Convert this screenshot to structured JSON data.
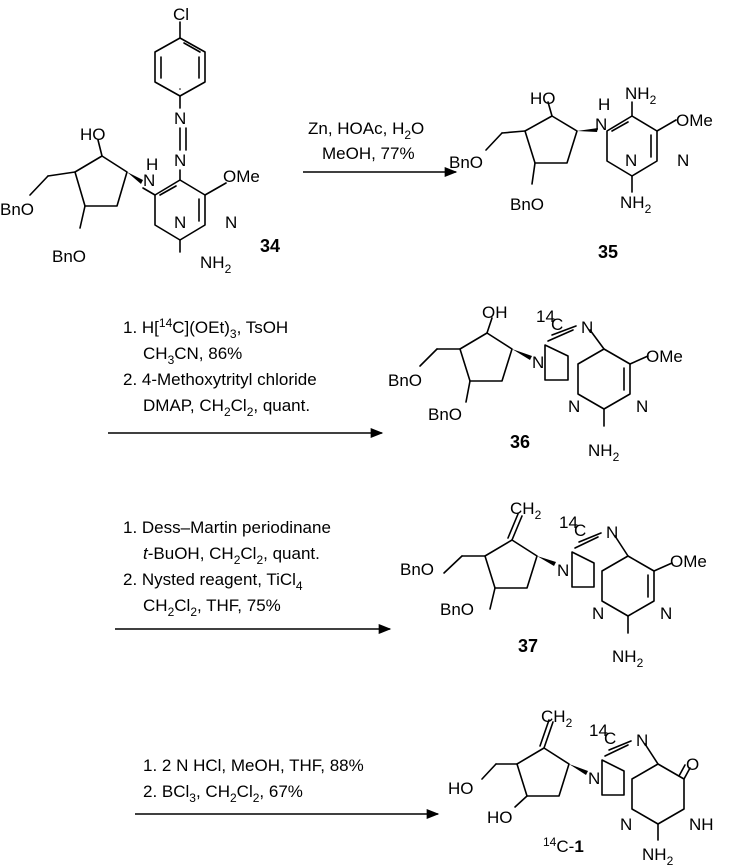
{
  "compounds": {
    "c34": {
      "number": "34",
      "labels": {
        "cl": "Cl",
        "n_azo1": "N",
        "n_azo2": "N",
        "ho": "HO",
        "nh": "H",
        "n_link": "N",
        "ome": "OMe",
        "n_ring1": "N",
        "n_ring2": "N",
        "bno_top": "BnO",
        "bno_bottom": "BnO",
        "nh2": "NH",
        "nh2_sub": "2"
      }
    },
    "c35": {
      "number": "35",
      "labels": {
        "ho": "HO",
        "nh": "H",
        "n_link": "N",
        "nh2_top": "NH",
        "nh2_top_sub": "2",
        "ome": "OMe",
        "n_ring1": "N",
        "n_ring2": "N",
        "bno_top": "BnO",
        "bno_bottom": "BnO",
        "nh2": "NH",
        "nh2_sub": "2"
      }
    },
    "c36": {
      "number": "36",
      "labels": {
        "oh": "OH",
        "iso": "14",
        "c": "C",
        "n_imid": "N",
        "n9": "N",
        "ome": "OMe",
        "n_ring1": "N",
        "n_ring2": "N",
        "bno_top": "BnO",
        "bno_bottom": "BnO",
        "nh2": "NH",
        "nh2_sub": "2"
      }
    },
    "c37": {
      "number": "37",
      "labels": {
        "ch2": "CH",
        "ch2_sub": "2",
        "iso": "14",
        "c": "C",
        "n_imid": "N",
        "n9": "N",
        "ome": "OMe",
        "n_ring1": "N",
        "n_ring2": "N",
        "bno_top": "BnO",
        "bno_bottom": "BnO",
        "nh2": "NH",
        "nh2_sub": "2"
      }
    },
    "c1": {
      "number": "1",
      "number_prefix": "14",
      "number_prefix_c": "C-",
      "labels": {
        "ch2": "CH",
        "ch2_sub": "2",
        "iso": "14",
        "c": "C",
        "n_imid": "N",
        "n9": "N",
        "o": "O",
        "n_ring1": "N",
        "nh": "NH",
        "ho_top": "HO",
        "ho_bottom": "HO",
        "nh2": "NH",
        "nh2_sub": "2"
      }
    }
  },
  "steps": {
    "s1": {
      "line1": {
        "a": "Zn, HOAc, H",
        "a_sub": "2",
        "b": "O"
      },
      "line2": "MeOH, 77%"
    },
    "s2": {
      "line1": {
        "a": "1. H[",
        "sup": "14",
        "b": "C](OEt)",
        "sub": "3",
        "c": ", TsOH"
      },
      "line2": {
        "a": "CH",
        "sub": "3",
        "b": "CN, 86%"
      },
      "line3": "2. 4-Methoxytrityl chloride",
      "line4": {
        "a": "DMAP, CH",
        "sub1": "2",
        "b": "Cl",
        "sub2": "2",
        "c": ", quant."
      }
    },
    "s3": {
      "line1": "1. Dess–Martin periodinane",
      "line2": {
        "italic": "t",
        "a": "-BuOH, CH",
        "sub1": "2",
        "b": "Cl",
        "sub2": "2",
        "c": ", quant."
      },
      "line3": {
        "a": "2. Nysted reagent, TiCl",
        "sub": "4"
      },
      "line4": {
        "a": "CH",
        "sub1": "2",
        "b": "Cl",
        "sub2": "2",
        "c": ", THF, 75%"
      }
    },
    "s4": {
      "line1": "1. 2 N HCl, MeOH, THF, 88%",
      "line2": {
        "a": "2. BCl",
        "sub1": "3",
        "b": ", CH",
        "sub2": "2",
        "c": "Cl",
        "sub3": "2",
        "d": ", 67%"
      }
    }
  }
}
